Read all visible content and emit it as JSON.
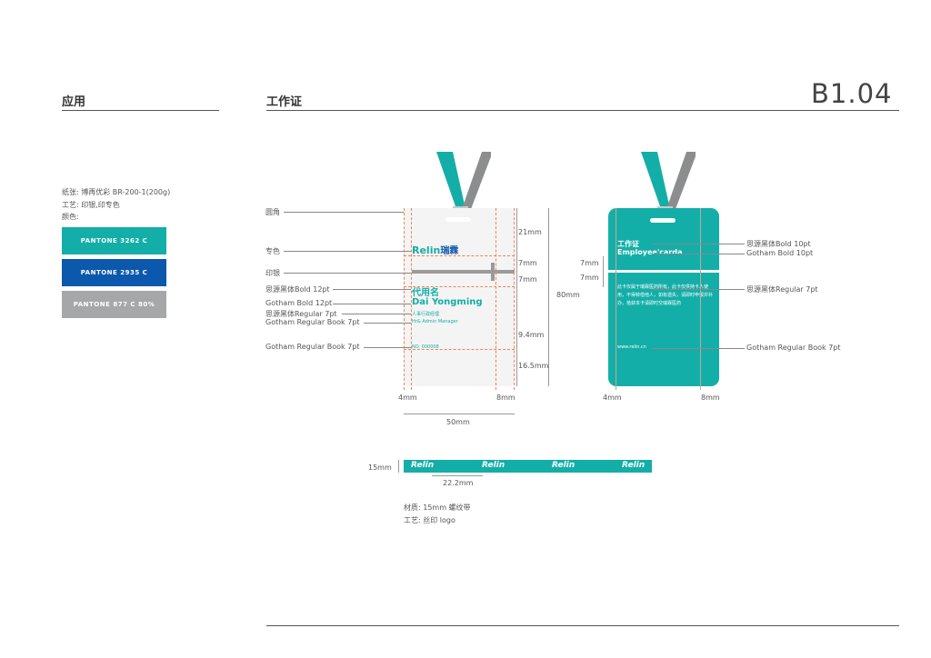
{
  "header": {
    "section": "应用",
    "title": "工作证",
    "code": "B1.04"
  },
  "specs": {
    "paper": "纸张: 博再优彩 BR-200-1(200g)",
    "process": "工艺: 印银,印专色",
    "color_label": "颜色:"
  },
  "swatches": [
    {
      "label": "PANTONE 3262 C",
      "color": "#14aea8"
    },
    {
      "label": "PANTONE 2935 C",
      "color": "#0c58ad"
    },
    {
      "label": "PANTONE 877 C 80%",
      "color": "#a6a7a9"
    }
  ],
  "front": {
    "labels": [
      "圆角",
      "专色",
      "印银",
      "思源黑体Bold 12pt",
      "Gotham Bold 12pt",
      "思源黑体Regular 7pt",
      "Gotham Regular Book 7pt",
      "Gotham Regular Book 7pt"
    ],
    "logo": "Relin",
    "logo_cn": "瑞霖",
    "name_cn": "代用名",
    "name_en": "Dai Yongming",
    "role_cn": "人事行政经理",
    "role_en": "Hr& Admin Manager",
    "number": "NO. 000008",
    "dims": {
      "top": "21mm",
      "gap1": "7mm",
      "gap2": "7mm",
      "mid": "9.4mm",
      "bottom": "16.5mm",
      "left": "4mm",
      "right": "8mm",
      "width": "50mm",
      "height": "80mm"
    }
  },
  "back": {
    "title_cn": "工作证",
    "title_en": "Employee'carda",
    "notice": "此卡仅属于瑞霖医药所有，此卡仅供持卡人使用，不得转借他人，如有遗失，请即时申报并补办，拾获本卡请即时交瑞霖医药",
    "url": "www.relin.cn",
    "labels": [
      "思源黑体Bold 10pt",
      "Gotham Bold 10pt",
      "思源黑体Regular  7pt",
      "Gotham Regular Book 7pt"
    ],
    "dims": {
      "gap1": "7mm",
      "gap2": "7mm",
      "left": "4mm",
      "right": "8mm"
    }
  },
  "lanyard": {
    "logo": "Relin",
    "height": "15mm",
    "spacing": "22.2mm",
    "material": "材质: 15mm 螺纹带",
    "process": "工艺: 丝印 logo"
  }
}
